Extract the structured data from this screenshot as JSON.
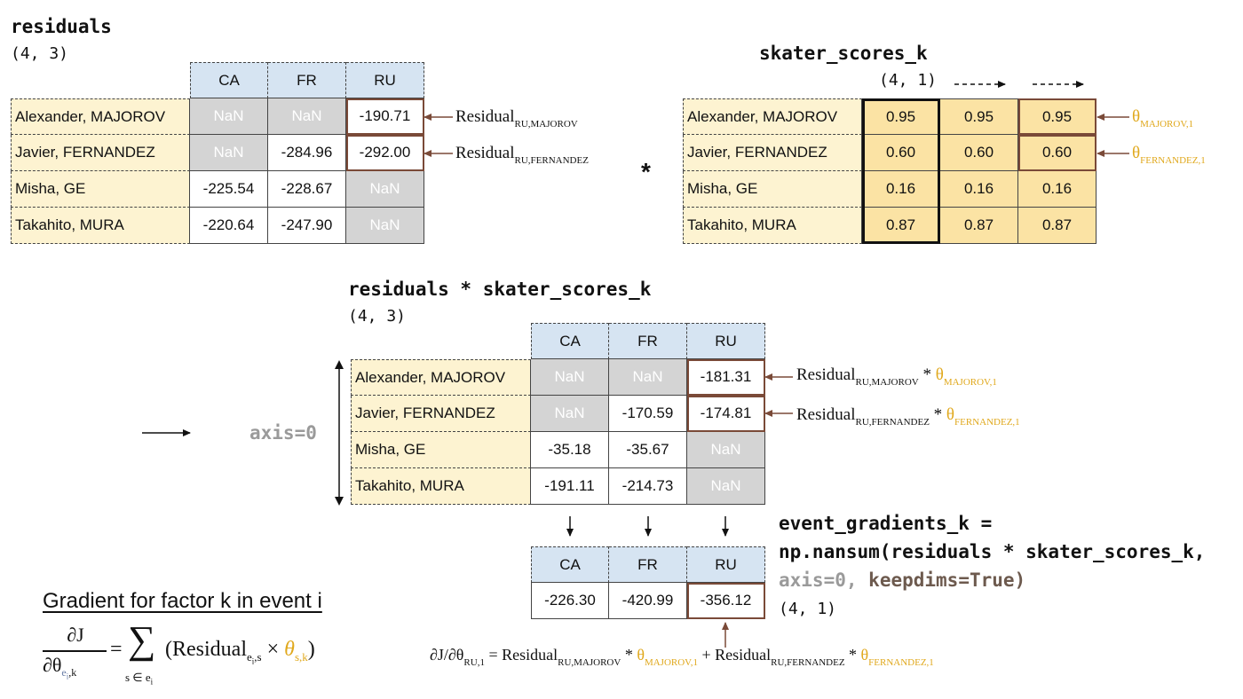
{
  "colors": {
    "name_bg": "#fdf3d1",
    "header_bg": "#d6e4f2",
    "nan_bg": "#d4d4d4",
    "score_bg": "#fbe3a4",
    "highlight": "#7a4a38",
    "theta": "#e0a81c",
    "axis_text": "#9a9a9a"
  },
  "residuals": {
    "title": "residuals",
    "shape": "(4, 3)",
    "columns": [
      "CA",
      "FR",
      "RU"
    ],
    "rows": [
      {
        "name": "Alexander, MAJOROV",
        "values": [
          "NaN",
          "NaN",
          "-190.71"
        ]
      },
      {
        "name": "Javier, FERNANDEZ",
        "values": [
          "NaN",
          "-284.96",
          "-292.00"
        ]
      },
      {
        "name": "Misha, GE",
        "values": [
          "-225.54",
          "-228.67",
          "NaN"
        ]
      },
      {
        "name": "Takahito, MURA",
        "values": [
          "-220.64",
          "-247.90",
          "NaN"
        ]
      }
    ],
    "ann1": {
      "main": "Residual",
      "sub": "RU,MAJOROV"
    },
    "ann2": {
      "main": "Residual",
      "sub": "RU,FERNANDEZ"
    }
  },
  "multiply_sign": "*",
  "scores": {
    "title": "skater_scores_k",
    "shape": "(4, 1)",
    "rows": [
      {
        "name": "Alexander, MAJOROV",
        "values": [
          "0.95",
          "0.95",
          "0.95"
        ]
      },
      {
        "name": "Javier, FERNANDEZ",
        "values": [
          "0.60",
          "0.60",
          "0.60"
        ]
      },
      {
        "name": "Misha, GE",
        "values": [
          "0.16",
          "0.16",
          "0.16"
        ]
      },
      {
        "name": "Takahito, MURA",
        "values": [
          "0.87",
          "0.87",
          "0.87"
        ]
      }
    ],
    "ann1": {
      "main": "θ",
      "sub": "MAJOROV,1"
    },
    "ann2": {
      "main": "θ",
      "sub": "FERNANDEZ,1"
    }
  },
  "product": {
    "title": "residuals * skater_scores_k",
    "shape": "(4, 3)",
    "axis_label": "axis=0",
    "columns": [
      "CA",
      "FR",
      "RU"
    ],
    "rows": [
      {
        "name": "Alexander, MAJOROV",
        "values": [
          "NaN",
          "NaN",
          "-181.31"
        ]
      },
      {
        "name": "Javier, FERNANDEZ",
        "values": [
          "NaN",
          "-170.59",
          "-174.81"
        ]
      },
      {
        "name": "Misha, GE",
        "values": [
          "-35.18",
          "-35.67",
          "NaN"
        ]
      },
      {
        "name": "Takahito, MURA",
        "values": [
          "-191.11",
          "-214.73",
          "NaN"
        ]
      }
    ],
    "ann1": {
      "main": "Residual",
      "sub": "RU,MAJOROV",
      "op": " * ",
      "theta": "θ",
      "theta_sub": "MAJOROV,1"
    },
    "ann2": {
      "main": "Residual",
      "sub": "RU,FERNANDEZ",
      "op": " * ",
      "theta": "θ",
      "theta_sub": "FERNANDEZ,1"
    }
  },
  "gradients": {
    "code_line1": "event_gradients_k =",
    "code_line2": "np.nansum(residuals * skater_scores_k,",
    "code_axis": "axis=0,",
    "code_keepdims": "keepdims=True)",
    "shape": "(4, 1)",
    "columns": [
      "CA",
      "FR",
      "RU"
    ],
    "values": [
      "-226.30",
      "-420.99",
      "-356.12"
    ],
    "equation": {
      "lhs": "∂J/∂θ",
      "lhs_sub": "RU,1",
      "eq": " = ",
      "term1": "Residual",
      "term1_sub": "RU,MAJOROV",
      "op1": " * ",
      "theta1": "θ",
      "theta1_sub": "MAJOROV,1",
      "plus": " + ",
      "term2": "Residual",
      "term2_sub": "RU,FERNANDEZ",
      "op2": " * ",
      "theta2": "θ",
      "theta2_sub": "FERNANDEZ,1"
    }
  },
  "formula": {
    "heading": "Gradient for factor k in event i",
    "numerator": "∂J",
    "denominator": "∂θ",
    "denom_sub": "e",
    "denom_sub2": "i",
    "denom_sub3": ",k",
    "equals": "=",
    "sigma": "∑",
    "sigma_under": "s ∈ e",
    "sigma_under_sub": "i",
    "term_open": "(Residual",
    "term_sub": "e",
    "term_sub2": "i",
    "term_sub3": ",s",
    "times": " × ",
    "theta": "θ",
    "theta_sub": "s,k",
    "term_close": ")"
  }
}
